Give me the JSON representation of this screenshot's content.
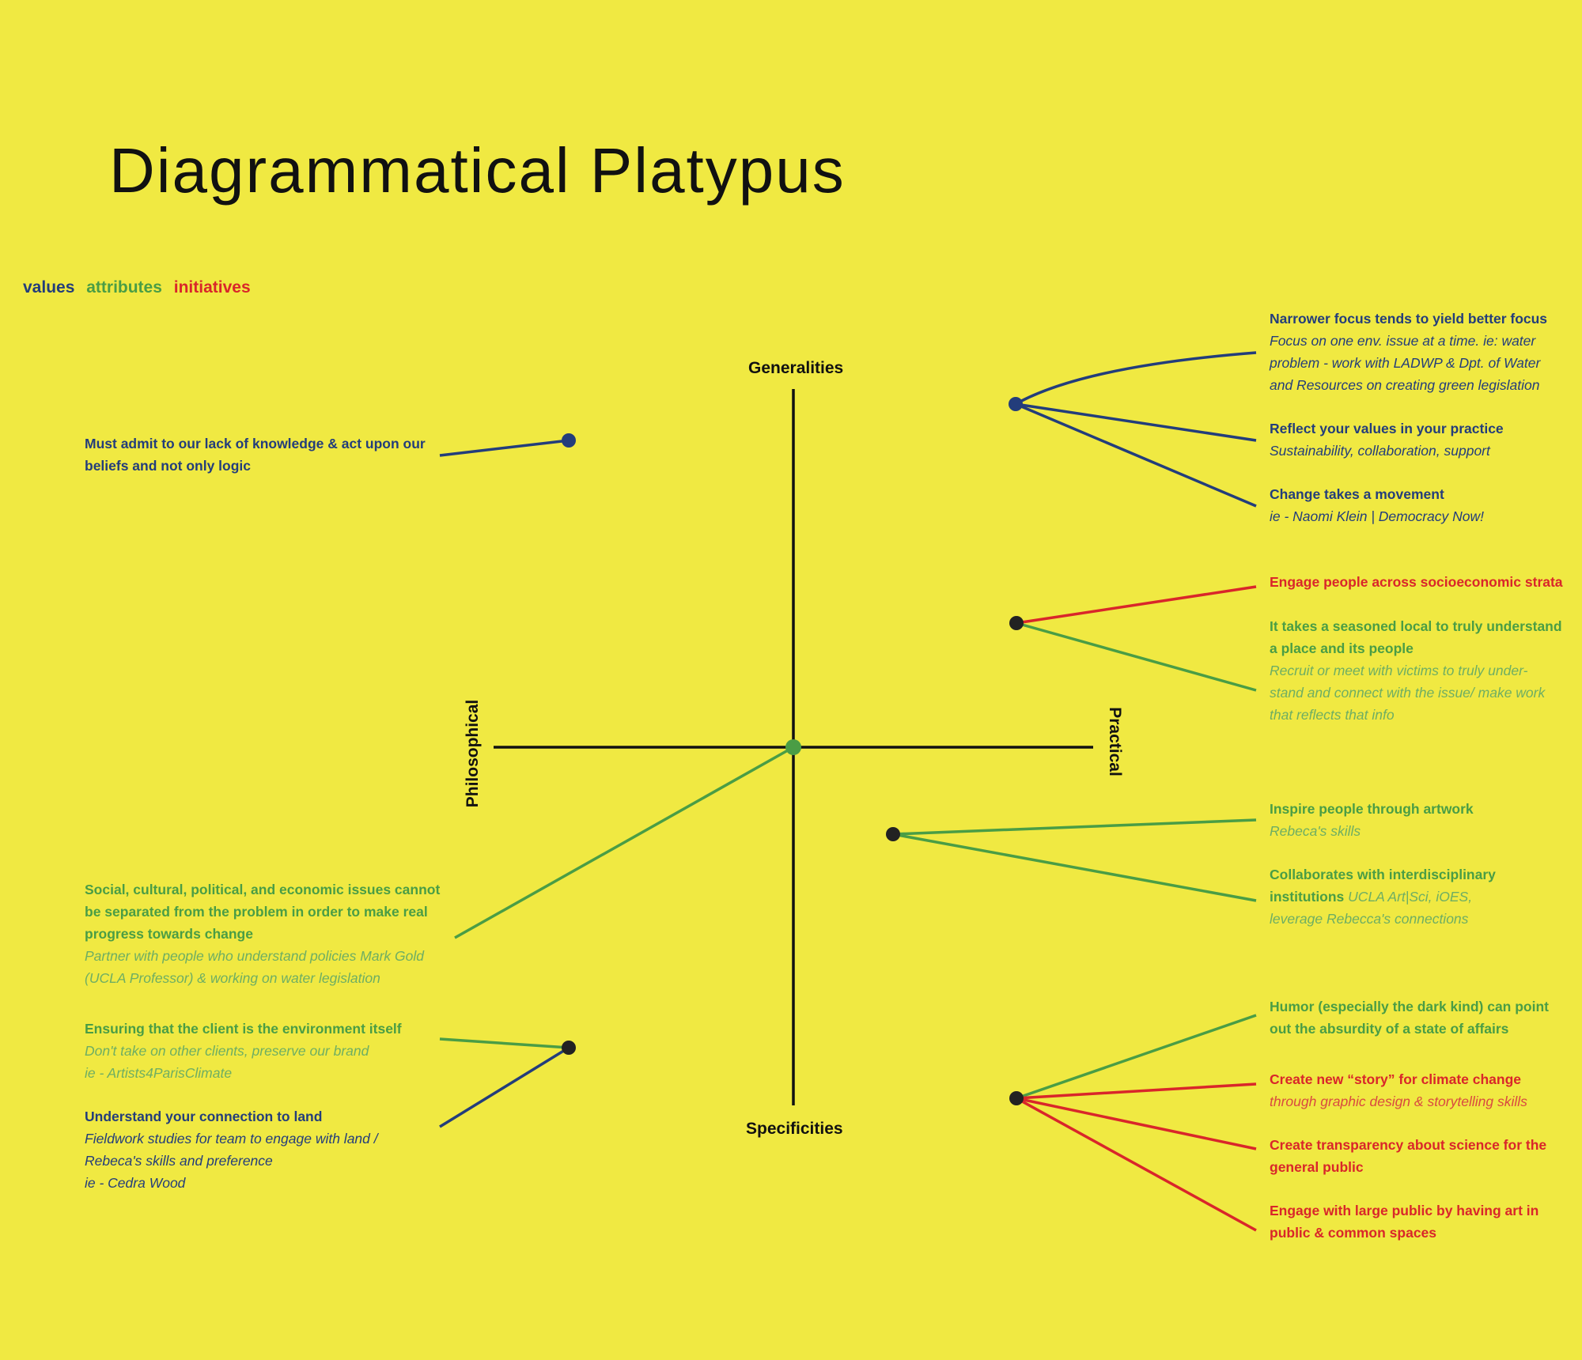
{
  "title": "Diagrammatical Platypus",
  "legend": {
    "values": "values",
    "attributes": "attributes",
    "initiatives": "initiatives"
  },
  "colors": {
    "background": "#F0E942",
    "values": "#233D7B",
    "attributes": "#4A9D45",
    "initiatives": "#D9262A",
    "axis": "#111111"
  },
  "axes": {
    "top": "Generalities",
    "bottom": "Specificities",
    "left": "Philosophical",
    "right": "Practical"
  },
  "notes": {
    "n1": {
      "head": "Narrower focus tends to yield better focus",
      "sub": [
        "Focus on one env. issue at a time. ie: water",
        "problem - work with LADWP & Dpt. of Water",
        "and Resources on creating green legislation"
      ]
    },
    "n2": {
      "head": "Reflect your values in your practice",
      "sub": [
        "Sustainability, collaboration, support"
      ]
    },
    "n3": {
      "head": "Change takes a movement",
      "sub": [
        "ie - Naomi Klein | Democracy Now!"
      ]
    },
    "n4": {
      "head": "Engage people across  socioeconomic strata"
    },
    "n5": {
      "head": [
        "It takes a seasoned local to truly understand",
        "a place and its people"
      ],
      "sub": [
        "Recruit or meet with victims to truly under-",
        "stand and connect with the issue/ make work",
        "that reflects that info"
      ]
    },
    "n6": {
      "head": "Inspire people through artwork",
      "sub": [
        "Rebeca's skills"
      ]
    },
    "n7": {
      "head": [
        "Collaborates with interdisciplinary",
        "institutions"
      ],
      "sub": [
        "UCLA Art|Sci, iOES,",
        "leverage Rebecca's connections"
      ]
    },
    "n8": {
      "head": [
        "Humor (especially the dark kind) can point",
        "out the absurdity of a state of affairs"
      ]
    },
    "n9": {
      "head": "Create new “story” for climate change",
      "sub": [
        "through graphic design & storytelling skills"
      ]
    },
    "n10": {
      "head": [
        "Create transparency about science for the",
        "general public"
      ]
    },
    "n11": {
      "head": [
        "Engage with large public by having art in",
        "public  & common spaces"
      ]
    },
    "n12": {
      "head": [
        "Must admit to our lack of knowledge &  act upon our",
        "beliefs and not only logic"
      ]
    },
    "n13": {
      "head": [
        "Social, cultural, political, and economic issues cannot",
        "be separated from the problem in order to make real",
        "progress towards change"
      ],
      "sub": [
        "Partner with people who understand policies Mark Gold",
        "(UCLA Professor)  & working on water legislation"
      ]
    },
    "n14": {
      "head": "Ensuring that the client is the environment itself",
      "sub": [
        "Don't take on other clients, preserve our brand",
        "ie - Artists4ParisClimate"
      ]
    },
    "n15": {
      "head": "Understand your connection to land",
      "sub": [
        "Fieldwork studies for team to engage with land /",
        "Rebeca's skills and preference",
        "ie - Cedra Wood"
      ]
    }
  }
}
